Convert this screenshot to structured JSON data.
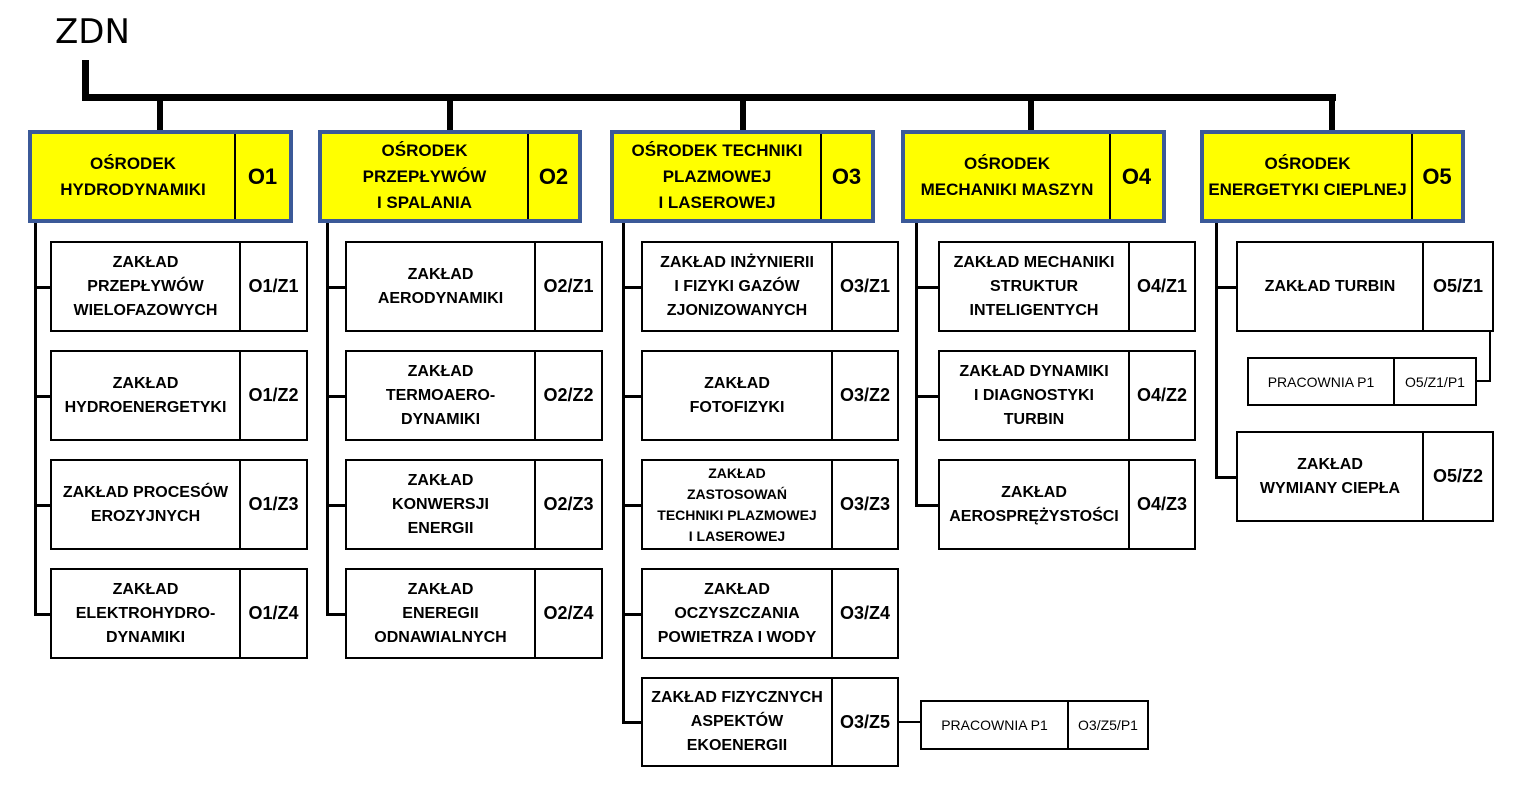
{
  "root": {
    "label": "ZDN"
  },
  "colors": {
    "header_fill": "#ffff00",
    "header_border": "#3b5998",
    "line": "#000000"
  },
  "centers": [
    {
      "name": "OŚRODEK\nHYDRODYNAMIKI",
      "code": "O1",
      "units": [
        {
          "name": "ZAKŁAD\nPRZEPŁYWÓW\nWIELOFAZOWYCH",
          "code": "O1/Z1"
        },
        {
          "name": "ZAKŁAD\nHYDROENERGETYKI",
          "code": "O1/Z2"
        },
        {
          "name": "ZAKŁAD PROCESÓW\nEROZYJNYCH",
          "code": "O1/Z3"
        },
        {
          "name": "ZAKŁAD\nELEKTROHYDRO-\nDYNAMIKI",
          "code": "O1/Z4"
        }
      ]
    },
    {
      "name": "OŚRODEK\nPRZEPŁYWÓW\nI SPALANIA",
      "code": "O2",
      "units": [
        {
          "name": "ZAKŁAD\nAERODYNAMIKI",
          "code": "O2/Z1"
        },
        {
          "name": "ZAKŁAD\nTERMOAERO-\nDYNAMIKI",
          "code": "O2/Z2"
        },
        {
          "name": "ZAKŁAD\nKONWERSJI\nENERGII",
          "code": "O2/Z3"
        },
        {
          "name": "ZAKŁAD\nENEREGII\nODNAWIALNYCH",
          "code": "O2/Z4"
        }
      ]
    },
    {
      "name": "OŚRODEK TECHNIKI\nPLAZMOWEJ\nI LASEROWEJ",
      "code": "O3",
      "units": [
        {
          "name": "ZAKŁAD INŻYNIERII\nI FIZYKI GAZÓW\nZJONIZOWANYCH",
          "code": "O3/Z1"
        },
        {
          "name": "ZAKŁAD\nFOTOFIZYKI",
          "code": "O3/Z2"
        },
        {
          "name": "ZAKŁAD\nZASTOSOWAŃ\nTECHNIKI PLAZMOWEJ\nI  LASEROWEJ",
          "code": "O3/Z3"
        },
        {
          "name": "ZAKŁAD\nOCZYSZCZANIA\nPOWIETRZA I WODY",
          "code": "O3/Z4"
        },
        {
          "name": "ZAKŁAD FIZYCZNYCH\nASPEKTÓW\nEKOENERGII",
          "code": "O3/Z5",
          "lab": {
            "name": "PRACOWNIA  P1",
            "code": "O3/Z5/P1"
          }
        }
      ]
    },
    {
      "name": "OŚRODEK\nMECHANIKI MASZYN",
      "code": "O4",
      "units": [
        {
          "name": "ZAKŁAD MECHANIKI\nSTRUKTUR\nINTELIGENTYCH",
          "code": "O4/Z1"
        },
        {
          "name": "ZAKŁAD DYNAMIKI\nI DIAGNOSTYKI\nTURBIN",
          "code": "O4/Z2"
        },
        {
          "name": "ZAKŁAD\nAEROSPRĘŻYSTOŚCI",
          "code": "O4/Z3"
        }
      ]
    },
    {
      "name": "OŚRODEK\nENERGETYKI  CIEPLNEJ",
      "code": "O5",
      "units": [
        {
          "name": "ZAKŁAD TURBIN",
          "code": "O5/Z1",
          "lab": {
            "name": "PRACOWNIA  P1",
            "code": "O5/Z1/P1"
          }
        },
        {
          "name": "ZAKŁAD\nWYMIANY CIEPŁA",
          "code": "O5/Z2"
        }
      ]
    }
  ]
}
